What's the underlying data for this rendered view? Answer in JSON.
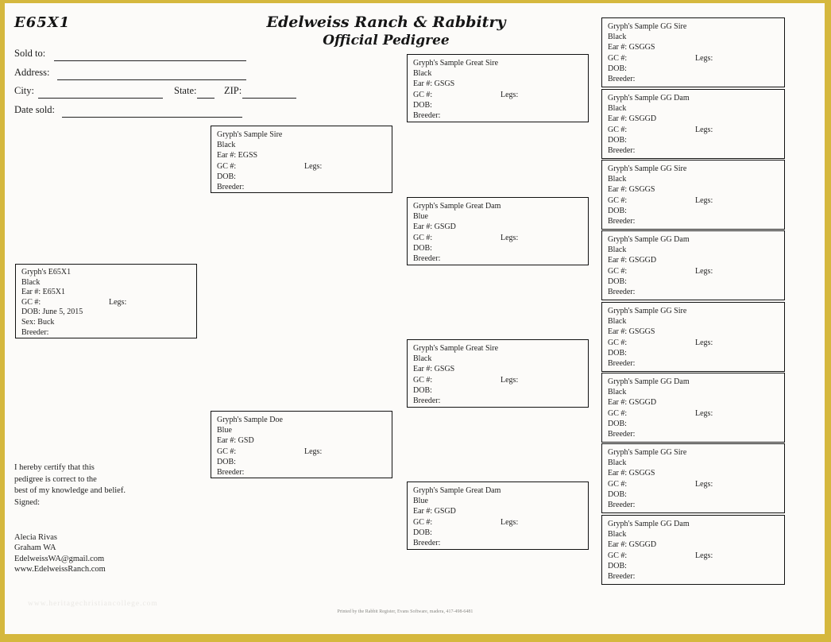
{
  "page": {
    "ear_number": "E65X1",
    "title_line1": "Edelweiss Ranch & Rabbitry",
    "title_line2": "Official Pedigree",
    "accent_gold": "#d5b83e",
    "paper_color": "#fcfbf9"
  },
  "sale_form": {
    "sold_to_label": "Sold to:",
    "address_label": "Address:",
    "city_label": "City:",
    "state_label": "State:",
    "zip_label": "ZIP:",
    "date_sold_label": "Date sold:"
  },
  "pedigree": {
    "subject": {
      "name": "Gryph's E65X1",
      "color": "Black",
      "ear": "Ear #: E65X1",
      "gc": "GC #:",
      "legs": "Legs:",
      "dob": "DOB: June 5, 2015",
      "sex": "Sex: Buck",
      "breeder": "Breeder:"
    },
    "gen2": [
      {
        "name": "Gryph's Sample Sire",
        "color": "Black",
        "ear": "Ear #: EGSS",
        "gc": "GC #:",
        "legs": "Legs:",
        "dob": "DOB:",
        "breeder": "Breeder:"
      },
      {
        "name": "Gryph's Sample Doe",
        "color": "Blue",
        "ear": "Ear #: GSD",
        "gc": "GC #:",
        "legs": "Legs:",
        "dob": "DOB:",
        "breeder": "Breeder:"
      }
    ],
    "gen3": [
      {
        "name": "Gryph's Sample Great Sire",
        "color": "Black",
        "ear": "Ear #: GSGS",
        "gc": "GC #:",
        "legs": "Legs:",
        "dob": "DOB:",
        "breeder": "Breeder:"
      },
      {
        "name": "Gryph's Sample Great Dam",
        "color": "Blue",
        "ear": "Ear #: GSGD",
        "gc": "GC #:",
        "legs": "Legs:",
        "dob": "DOB:",
        "breeder": "Breeder:"
      },
      {
        "name": "Gryph's Sample Great Sire",
        "color": "Black",
        "ear": "Ear #: GSGS",
        "gc": "GC #:",
        "legs": "Legs:",
        "dob": "DOB:",
        "breeder": "Breeder:"
      },
      {
        "name": "Gryph's Sample Great Dam",
        "color": "Blue",
        "ear": "Ear #: GSGD",
        "gc": "GC #:",
        "legs": "Legs:",
        "dob": "DOB:",
        "breeder": "Breeder:"
      }
    ],
    "gen4": [
      {
        "name": "Gryph's Sample GG Sire",
        "color": "Black",
        "ear": "Ear #: GSGGS",
        "gc": "GC #:",
        "legs": "Legs:",
        "dob": "DOB:",
        "breeder": "Breeder:"
      },
      {
        "name": "Gryph's Sample GG Dam",
        "color": "Black",
        "ear": "Ear #: GSGGD",
        "gc": "GC #:",
        "legs": "Legs:",
        "dob": "DOB:",
        "breeder": "Breeder:"
      },
      {
        "name": "Gryph's Sample GG Sire",
        "color": "Black",
        "ear": "Ear #: GSGGS",
        "gc": "GC #:",
        "legs": "Legs:",
        "dob": "DOB:",
        "breeder": "Breeder:"
      },
      {
        "name": "Gryph's Sample GG Dam",
        "color": "Black",
        "ear": "Ear #: GSGGD",
        "gc": "GC #:",
        "legs": "Legs:",
        "dob": "DOB:",
        "breeder": "Breeder:"
      },
      {
        "name": "Gryph's Sample GG Sire",
        "color": "Black",
        "ear": "Ear #: GSGGS",
        "gc": "GC #:",
        "legs": "Legs:",
        "dob": "DOB:",
        "breeder": "Breeder:"
      },
      {
        "name": "Gryph's Sample GG Dam",
        "color": "Black",
        "ear": "Ear #: GSGGD",
        "gc": "GC #:",
        "legs": "Legs:",
        "dob": "DOB:",
        "breeder": "Breeder:"
      },
      {
        "name": "Gryph's Sample GG Sire",
        "color": "Black",
        "ear": "Ear #: GSGGS",
        "gc": "GC #:",
        "legs": "Legs:",
        "dob": "DOB:",
        "breeder": "Breeder:"
      },
      {
        "name": "Gryph's Sample GG Dam",
        "color": "Black",
        "ear": "Ear #: GSGGD",
        "gc": "GC #:",
        "legs": "Legs:",
        "dob": "DOB:",
        "breeder": "Breeder:"
      }
    ]
  },
  "certification": {
    "line1": "I hereby certify that this",
    "line2": "pedigree is correct to the",
    "line3": "best of my knowledge and belief.",
    "line4": "Signed:"
  },
  "contact": {
    "name": "Alecia Rivas",
    "location": "Graham WA",
    "email": "EdelweissWA@gmail.com",
    "website": "www.EdelweissRanch.com"
  },
  "footer": {
    "watermark": "www.heritagechristiancollege.com",
    "printed_by": "Printed by the Rabbit Register, Evans Software, madera, 417-498-6481"
  }
}
